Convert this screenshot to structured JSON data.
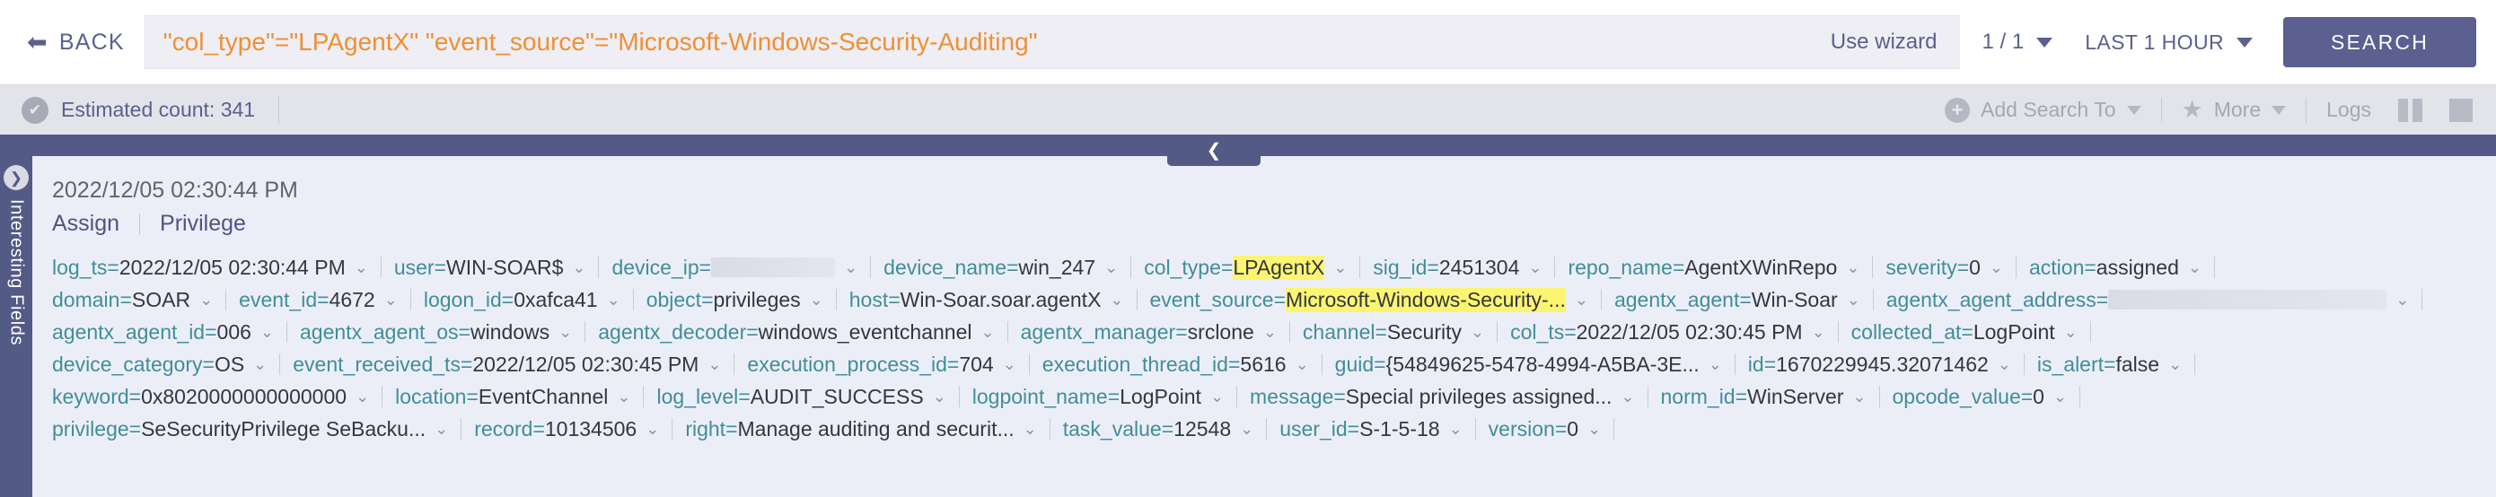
{
  "topbar": {
    "back_label": "BACK",
    "back_icon": "arrow-left-icon",
    "query": "\"col_type\"=\"LPAgentX\" \"event_source\"=\"Microsoft-Windows-Security-Auditing\"",
    "wizard_label": "Use wizard",
    "page_indicator": "1 / 1",
    "time_range": "LAST 1 HOUR",
    "search_label": "SEARCH",
    "accent_query_color": "#ef9033",
    "primary_color": "#5b6090"
  },
  "statusbar": {
    "estimated_count_label": "Estimated count: 341",
    "check_icon": "check-circle-icon",
    "add_search_to_label": "Add Search To",
    "add_icon": "plus-circle-icon",
    "more_label": "More",
    "star_icon": "star-icon",
    "logs_label": "Logs",
    "columns_icon": "columns-view-icon",
    "grid_icon": "grid-view-icon"
  },
  "collapse_tab": {
    "icon": "chevron-down-icon"
  },
  "sidebar": {
    "label": "Interesting Fields",
    "toggle_icon": "chevron-right-circle-icon"
  },
  "event": {
    "timestamp": "2022/12/05 02:30:44 PM",
    "actions": [
      "Assign",
      "Privilege"
    ],
    "field_rows": [
      [
        {
          "key": "log_ts",
          "value": "2022/12/05 02:30:44 PM"
        },
        {
          "key": "user",
          "value": "WIN-SOAR$"
        },
        {
          "key": "device_ip",
          "value": "",
          "redacted": true
        },
        {
          "key": "device_name",
          "value": "win_247"
        },
        {
          "key": "col_type",
          "value": "LPAgentX",
          "highlight": true
        },
        {
          "key": "sig_id",
          "value": "2451304"
        },
        {
          "key": "repo_name",
          "value": "AgentXWinRepo"
        },
        {
          "key": "severity",
          "value": "0"
        },
        {
          "key": "action",
          "value": "assigned"
        }
      ],
      [
        {
          "key": "domain",
          "value": "SOAR"
        },
        {
          "key": "event_id",
          "value": "4672"
        },
        {
          "key": "logon_id",
          "value": "0xafca41"
        },
        {
          "key": "object",
          "value": "privileges"
        },
        {
          "key": "host",
          "value": "Win-Soar.soar.agentX"
        },
        {
          "key": "event_source",
          "value": "Microsoft-Windows-Security-...",
          "highlight": true
        },
        {
          "key": "agentx_agent",
          "value": "Win-Soar"
        },
        {
          "key": "agentx_agent_address",
          "value": "",
          "redacted": true,
          "wide": true
        }
      ],
      [
        {
          "key": "agentx_agent_id",
          "value": "006"
        },
        {
          "key": "agentx_agent_os",
          "value": "windows"
        },
        {
          "key": "agentx_decoder",
          "value": "windows_eventchannel"
        },
        {
          "key": "agentx_manager",
          "value": "srclone"
        },
        {
          "key": "channel",
          "value": "Security"
        },
        {
          "key": "col_ts",
          "value": "2022/12/05 02:30:45 PM"
        },
        {
          "key": "collected_at",
          "value": "LogPoint"
        }
      ],
      [
        {
          "key": "device_category",
          "value": "OS"
        },
        {
          "key": "event_received_ts",
          "value": "2022/12/05 02:30:45 PM"
        },
        {
          "key": "execution_process_id",
          "value": "704"
        },
        {
          "key": "execution_thread_id",
          "value": "5616"
        },
        {
          "key": "guid",
          "value": "{54849625-5478-4994-A5BA-3E..."
        },
        {
          "key": "id",
          "value": "1670229945.32071462"
        },
        {
          "key": "is_alert",
          "value": "false"
        }
      ],
      [
        {
          "key": "keyword",
          "value": "0x8020000000000000"
        },
        {
          "key": "location",
          "value": "EventChannel"
        },
        {
          "key": "log_level",
          "value": "AUDIT_SUCCESS"
        },
        {
          "key": "logpoint_name",
          "value": "LogPoint"
        },
        {
          "key": "message",
          "value": "Special privileges assigned..."
        },
        {
          "key": "norm_id",
          "value": "WinServer"
        },
        {
          "key": "opcode_value",
          "value": "0"
        }
      ],
      [
        {
          "key": "privilege",
          "value": "SeSecurityPrivilege SeBacku..."
        },
        {
          "key": "record",
          "value": "10134506"
        },
        {
          "key": "right",
          "value": "Manage auditing and securit..."
        },
        {
          "key": "task_value",
          "value": "12548"
        },
        {
          "key": "user_id",
          "value": "S-1-5-18"
        },
        {
          "key": "version",
          "value": "0"
        }
      ]
    ]
  }
}
